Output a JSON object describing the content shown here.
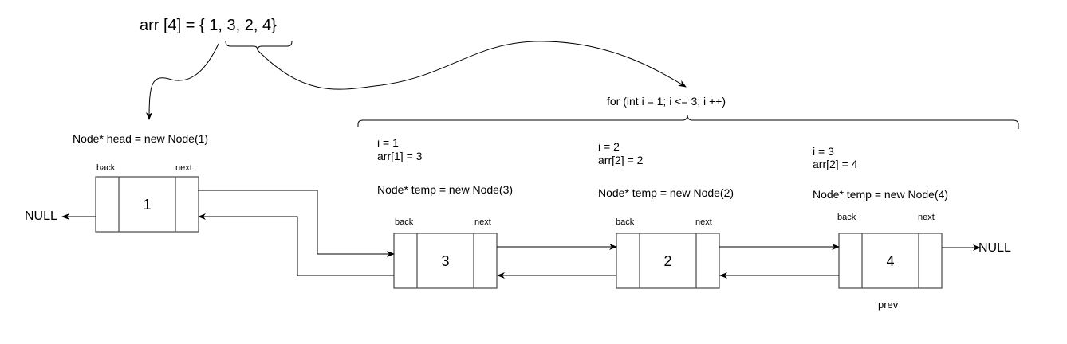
{
  "array": {
    "declaration": "arr [4] = { 1, 3, 2, 4}",
    "values": [
      1,
      3,
      2,
      4
    ]
  },
  "head": {
    "code": "Node* head = new Node(1)"
  },
  "loop": {
    "code": "for (int i = 1; i <= 3; i ++)"
  },
  "iterations": [
    {
      "i": "i = 1",
      "arr": "arr[1] = 3",
      "code": "Node* temp = new Node(3)"
    },
    {
      "i": "i = 2",
      "arr": "arr[2] = 2",
      "code": "Node* temp = new Node(2)"
    },
    {
      "i": "i = 3",
      "arr": "arr[2] = 4",
      "code": "Node* temp = new Node(4)"
    }
  ],
  "nodes": [
    {
      "value": "1",
      "back_label": "back",
      "next_label": "next"
    },
    {
      "value": "3",
      "back_label": "back",
      "next_label": "next"
    },
    {
      "value": "2",
      "back_label": "back",
      "next_label": "next"
    },
    {
      "value": "4",
      "back_label": "back",
      "next_label": "next"
    }
  ],
  "null_left": "NULL",
  "null_right": "NULL",
  "prev_label": "prev",
  "colors": {
    "line": "#000000",
    "box": "#555555",
    "background": "#ffffff"
  }
}
